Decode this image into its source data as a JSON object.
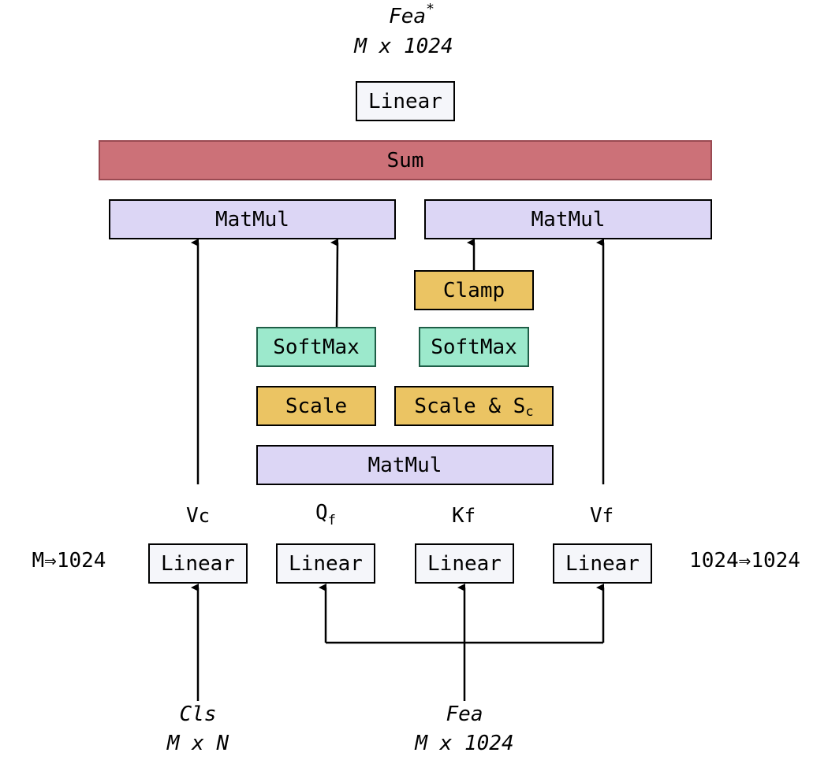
{
  "top_output": {
    "name": "Fea",
    "star": "*",
    "shape": "M x 1024"
  },
  "top_linear": "Linear",
  "sum": "Sum",
  "matmul_left": "MatMul",
  "matmul_right": "MatMul",
  "clamp": "Clamp",
  "softmax_left": "SoftMax",
  "softmax_right": "SoftMax",
  "scale_left": "Scale",
  "scale_right": {
    "text": "Scale & S",
    "sub": "c"
  },
  "matmul_center": "MatMul",
  "projections": {
    "vc": {
      "base": "V",
      "sub": "c"
    },
    "qf": {
      "base": "Q",
      "sub": "f"
    },
    "kf": {
      "base": "K",
      "sub": "f"
    },
    "vf": {
      "base": "V",
      "sub": "f"
    }
  },
  "linear_label": "Linear",
  "dim_left": "M⇒1024",
  "dim_right": "1024⇒1024",
  "input_cls": {
    "name": "Cls",
    "shape": "M x N"
  },
  "input_fea": {
    "name": "Fea",
    "shape": "M x 1024"
  },
  "colors": {
    "linear_fill": "#f5f6fa",
    "matmul_fill": "#dcd6f5",
    "sum_fill": "#cc7178",
    "scale_fill": "#ebc463",
    "softmax_fill": "#9ce9cc"
  }
}
